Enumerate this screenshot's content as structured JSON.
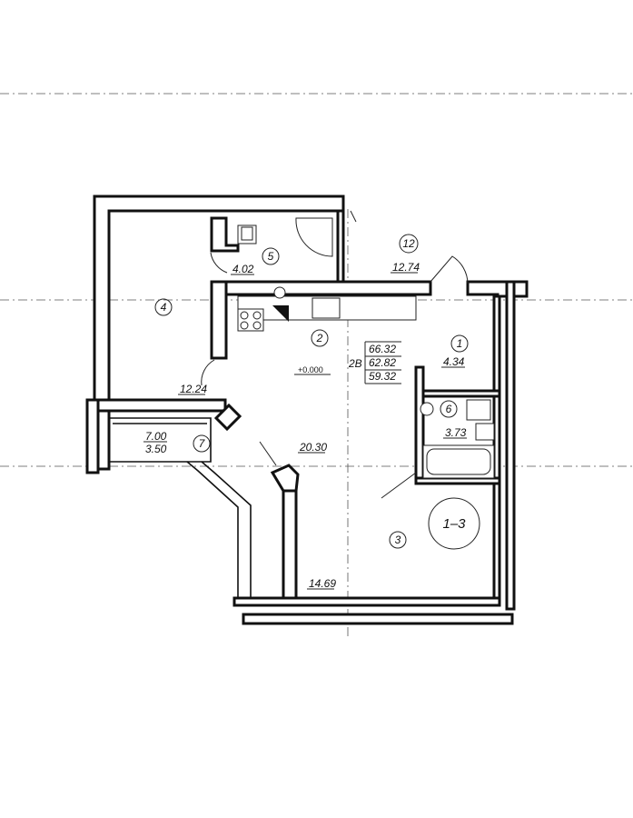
{
  "rooms": [
    {
      "number": "1",
      "area": "4.34"
    },
    {
      "number": "2",
      "area": "20.30"
    },
    {
      "number": "3",
      "area": "14.69"
    },
    {
      "number": "4",
      "area": "12.24"
    },
    {
      "number": "5",
      "area": "4.02"
    },
    {
      "number": "6",
      "area": "3.73"
    },
    {
      "number": "7",
      "area_full": "7.00",
      "area_reduced": "3.50"
    },
    {
      "number": "12",
      "area": "12.74"
    }
  ],
  "apartment": {
    "type": "2B",
    "area_total": "66.32",
    "area_living": "62.82",
    "area_useful": "59.32",
    "level": "+0.000",
    "section": "1–3"
  }
}
